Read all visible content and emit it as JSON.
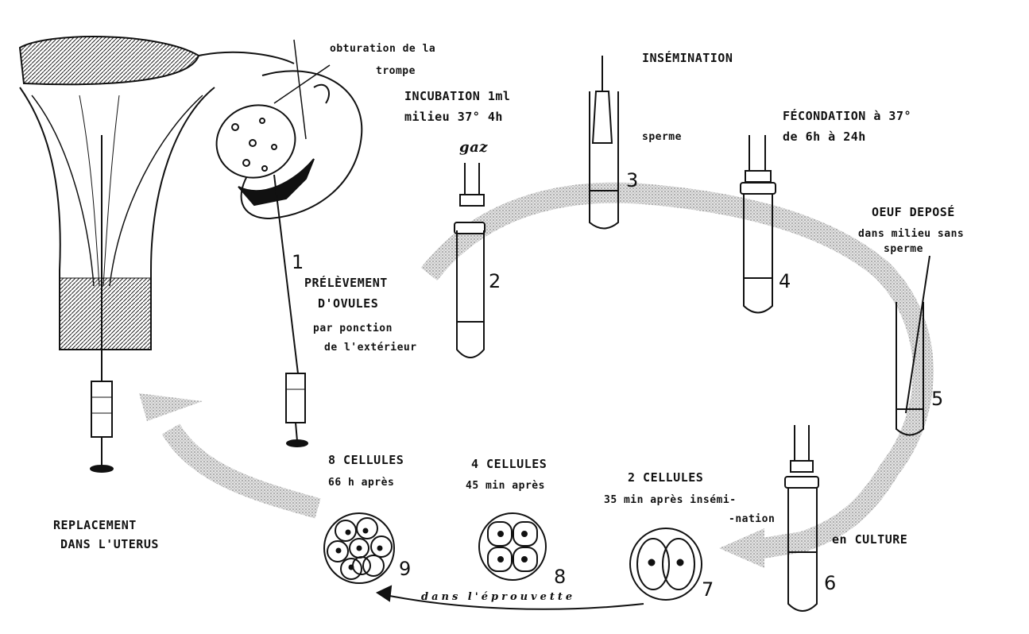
{
  "labels": {
    "obturation_l1": "obturation de la",
    "obturation_l2": "trompe",
    "insemination": "INSÉMINATION",
    "incubation_l1": "INCUBATION 1ml",
    "incubation_l2": "milieu 37° 4h",
    "gaz": "gaz",
    "sperme": "sperme",
    "fecondation_l1": "FÉCONDATION à 37°",
    "fecondation_l2": "de 6h à 24h",
    "oeuf_l1": "OEUF DEPOSÉ",
    "oeuf_l2": "dans milieu sans",
    "oeuf_l3": "sperme",
    "prelevement_l1": "PRÉLÈVEMENT",
    "prelevement_l2": "D'OVULES",
    "ponction_l1": "par ponction",
    "ponction_l2": "de l'extérieur",
    "cell8_l1": "8 CELLULES",
    "cell8_l2": "66 h après",
    "cell4_l1": "4 CELLULES",
    "cell4_l2": "45 min après",
    "cell2_l1": "2 CELLULES",
    "cell2_l2": "35 min après insémi-",
    "cell2_l3": "-nation",
    "culture": "en CULTURE",
    "replacement_l1": "REPLACEMENT",
    "replacement_l2": "DANS L'UTERUS",
    "eprouvette": "dans l'éprouvette"
  },
  "step_numbers": [
    "1",
    "2",
    "3",
    "4",
    "5",
    "6",
    "7",
    "8",
    "9"
  ],
  "colors": {
    "ink": "#111111",
    "cycle_arrow": "#c9c9c9"
  }
}
